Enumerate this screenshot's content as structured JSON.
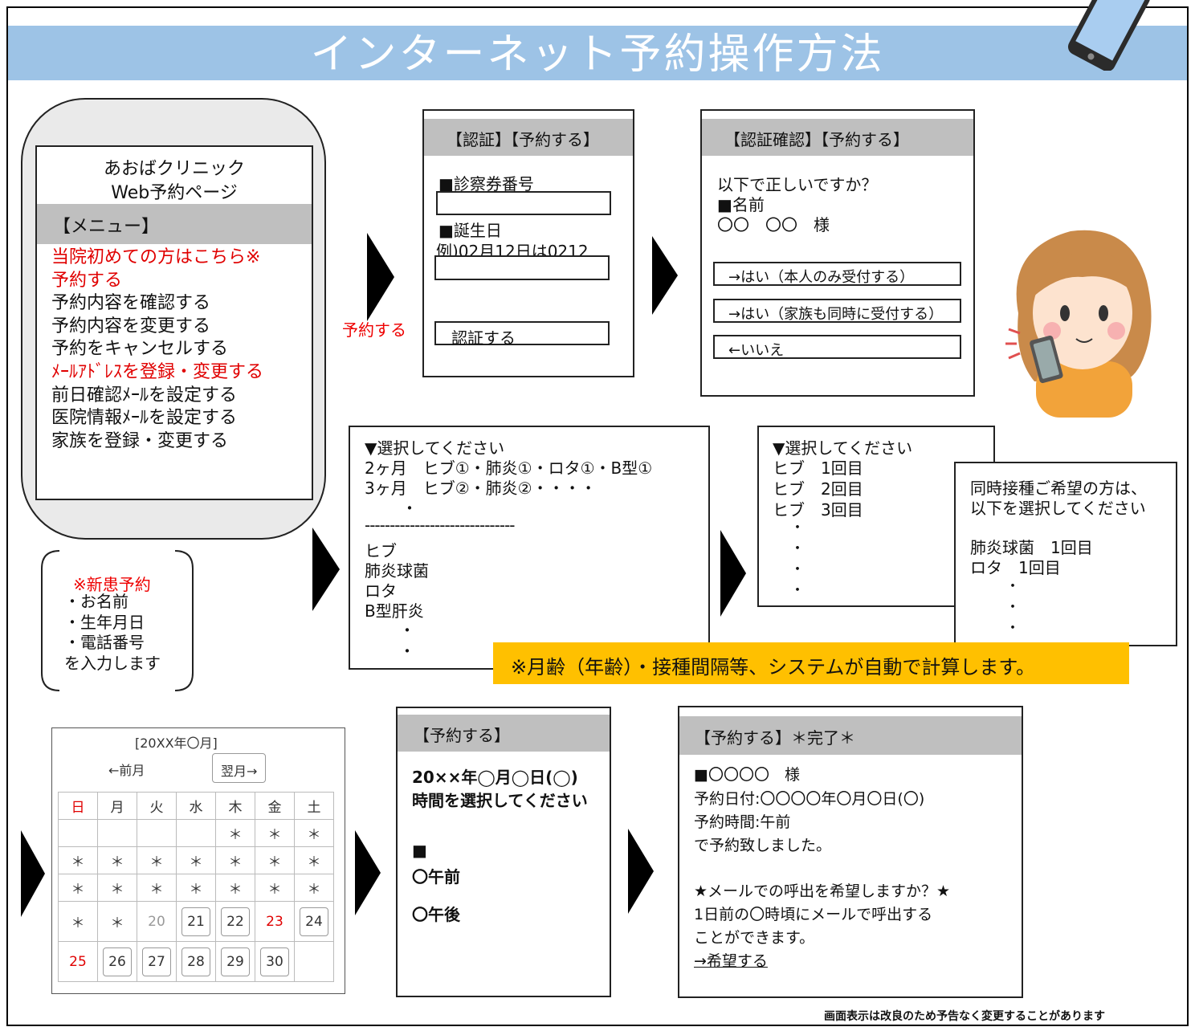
{
  "title": "インターネット予約操作方法",
  "phone": {
    "clinic_name": "あおばクリニック",
    "page_name": "Web予約ページ",
    "menu_header": "【メニュー】",
    "menu_items": [
      {
        "label": "当院初めての方はこちら※",
        "color": "#e00000"
      },
      {
        "label": "予約する",
        "color": "#e00000"
      },
      {
        "label": "予約内容を確認する",
        "color": "#111111"
      },
      {
        "label": "予約内容を変更する",
        "color": "#111111"
      },
      {
        "label": "予約をキャンセルする",
        "color": "#111111"
      },
      {
        "label": "ﾒｰﾙｱﾄﾞﾚｽを登録・変更する",
        "color": "#e00000"
      },
      {
        "label": "前日確認ﾒｰﾙを設定する",
        "color": "#111111"
      },
      {
        "label": "医院情報ﾒｰﾙを設定する",
        "color": "#111111"
      },
      {
        "label": "家族を登録・変更する",
        "color": "#111111"
      }
    ]
  },
  "new_patient": {
    "title": "※新患予約",
    "lines": [
      "・お名前",
      "・生年月日",
      "・電話番号",
      "を入力します"
    ]
  },
  "arrow_label": "予約する",
  "auth": {
    "header": "【認証】【予約する】",
    "card_label": "■診察券番号",
    "birth_label": "■誕生日",
    "birth_example": "例)02月12日は0212",
    "submit": "認証する"
  },
  "confirm": {
    "header": "【認証確認】【予約する】",
    "question": "以下で正しいですか？",
    "name_label": "■名前",
    "name_value": "〇〇　〇〇　様",
    "options": [
      "→はい（本人のみ受付する）",
      "→はい（家族も同時に受付する）",
      "←いいえ"
    ]
  },
  "vaccine_select": {
    "heading": "▼選択してください",
    "lines": [
      "2ヶ月　ヒブ①・肺炎①・ロタ①・B型①",
      "3ヶ月　ヒブ②・肺炎②・・・・"
    ],
    "separator": "------------------------------",
    "vaccines": [
      "ヒブ",
      "肺炎球菌",
      "ロタ",
      "B型肝炎"
    ]
  },
  "dose_select": {
    "heading": "▼選択してください",
    "items": [
      "ヒブ　1回目",
      "ヒブ　2回目",
      "ヒブ　3回目"
    ]
  },
  "simultaneous": {
    "line1": "同時接種ご希望の方は、",
    "line2": "以下を選択してください",
    "items": [
      "肺炎球菌　1回目",
      "ロタ　1回目"
    ]
  },
  "auto_note": "※月齢（年齢）・接種間隔等、システムが自動で計算します。",
  "calendar": {
    "month": "[20XX年〇月]",
    "prev": "←前月",
    "next": "翌月→",
    "weekdays": [
      "日",
      "月",
      "火",
      "水",
      "木",
      "金",
      "土"
    ],
    "rows": [
      [
        "",
        "",
        "",
        "",
        "＊",
        "＊",
        "＊"
      ],
      [
        "＊",
        "＊",
        "＊",
        "＊",
        "＊",
        "＊",
        "＊"
      ],
      [
        "＊",
        "＊",
        "＊",
        "＊",
        "＊",
        "＊",
        "＊"
      ],
      [
        "＊",
        "＊",
        "20",
        "21",
        "22",
        "23",
        "24"
      ],
      [
        "25",
        "26",
        "27",
        "28",
        "29",
        "30",
        ""
      ]
    ]
  },
  "time_select": {
    "header": "【予約する】",
    "date": "20××年◯月◯日(◯)",
    "prompt": "時間を選択してください",
    "mark": "■",
    "options": [
      "〇午前",
      "〇午後"
    ]
  },
  "complete": {
    "header": "【予約する】＊完了＊",
    "name": "■〇〇〇〇　様",
    "date": "予約日付:〇〇〇〇年〇月〇日(〇)",
    "time": "予約時間:午前",
    "done": "で予約致しました。",
    "mail_question": "★メールでの呼出を希望しますか？★",
    "mail_line1": "1日前の〇時頃にメールで呼出する",
    "mail_line2": "ことができます。",
    "link": "→希望する"
  },
  "footer_note": "画面表示は改良のため予告なく変更することがあります",
  "colors": {
    "banner": "#9dc3e6",
    "highlight": "#ffc000",
    "red": "#e00000",
    "header_gray": "#bfbfbf"
  }
}
